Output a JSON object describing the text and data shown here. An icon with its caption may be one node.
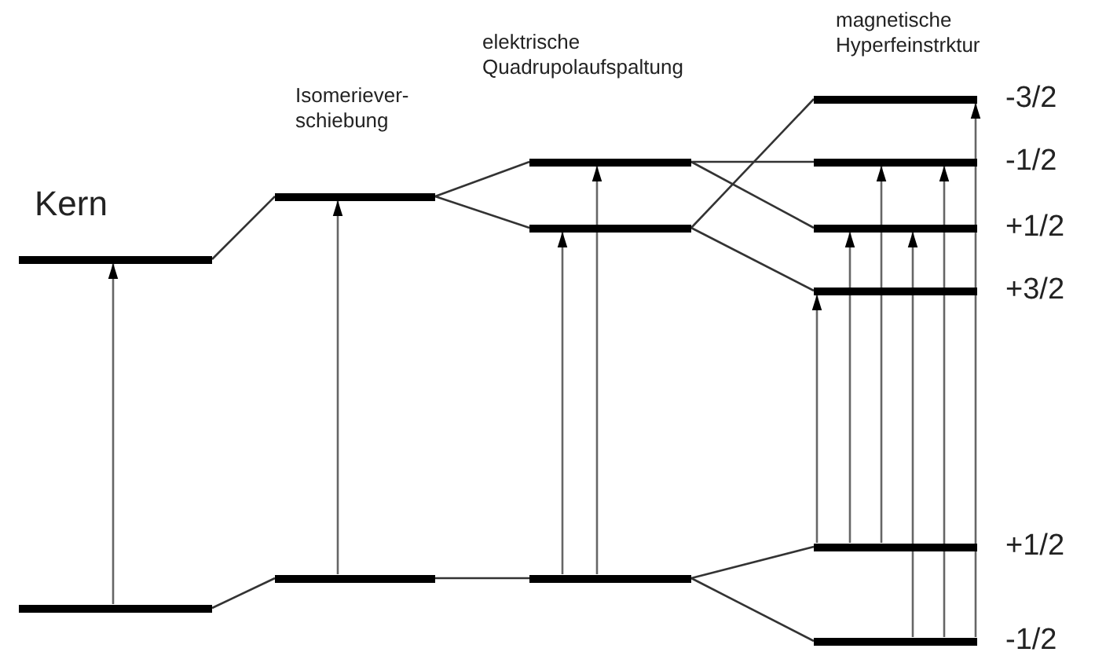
{
  "diagram": {
    "nodes": [
      {
        "text": [],
        "shape": "bar"
      },
      {
        "text": [],
        "shape": "bar"
      },
      {
        "text": [],
        "shape": "bar"
      },
      {
        "text": [],
        "shape": "bar"
      },
      {
        "text": [],
        "shape": "bar"
      },
      {
        "text": [],
        "shape": "bar"
      },
      {
        "text": [],
        "shape": "bar"
      },
      {
        "text": [],
        "shape": "bar",
        "beside": [
          "-3/2"
        ]
      },
      {
        "text": [],
        "shape": "bar",
        "beside": [
          "-1/2"
        ]
      },
      {
        "text": [],
        "shape": "bar",
        "beside": [
          "+1/2"
        ]
      },
      {
        "text": [],
        "shape": "bar",
        "beside": [
          "+3/2"
        ]
      },
      {
        "text": [],
        "shape": "bar",
        "beside": [
          "+1/2"
        ]
      },
      {
        "text": [],
        "shape": "bar",
        "beside": [
          "-1/2"
        ]
      }
    ],
    "edges": [
      {
        "from": 0,
        "to": 2,
        "arrow": "none"
      },
      {
        "from": 1,
        "to": 3,
        "arrow": "none"
      },
      {
        "from": 2,
        "to": 4,
        "arrow": "none"
      },
      {
        "from": 2,
        "to": 5,
        "arrow": "none"
      },
      {
        "from": 3,
        "to": 6,
        "arrow": "none"
      },
      {
        "from": 4,
        "to": 8,
        "arrow": "none"
      },
      {
        "from": 4,
        "to": 9,
        "arrow": "none"
      },
      {
        "from": 5,
        "to": 7,
        "arrow": "none"
      },
      {
        "from": 5,
        "to": 10,
        "arrow": "none"
      },
      {
        "from": 6,
        "to": 11,
        "arrow": "none"
      },
      {
        "from": 6,
        "to": 12,
        "arrow": "none"
      },
      {
        "from": 1,
        "to": 0,
        "arrow": "to"
      },
      {
        "from": 3,
        "to": 2,
        "arrow": "to"
      },
      {
        "from": 6,
        "to": 5,
        "arrow": "to"
      },
      {
        "from": 6,
        "to": 4,
        "arrow": "to"
      },
      {
        "from": 11,
        "to": 10,
        "arrow": "to"
      },
      {
        "from": 11,
        "to": 9,
        "arrow": "to"
      },
      {
        "from": 11,
        "to": 8,
        "arrow": "to"
      },
      {
        "from": 12,
        "to": 9,
        "arrow": "to"
      },
      {
        "from": 12,
        "to": 8,
        "arrow": "to"
      },
      {
        "from": 12,
        "to": 7,
        "arrow": "to"
      }
    ],
    "labels": [
      "magnetische Hyperfeinstrktur",
      "Isomeriever- schiebung",
      "elektrische Quadrupolaufspaltung",
      "Kern"
    ]
  }
}
